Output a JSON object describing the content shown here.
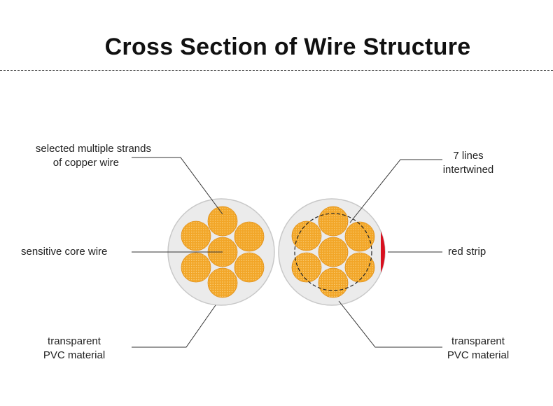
{
  "title": "Cross Section of Wire Structure",
  "labels": {
    "copper_strands_line1": "selected multiple strands",
    "copper_strands_line2": "of copper wire",
    "core_wire": "sensitive core wire",
    "pvc_left_line1": "transparent",
    "pvc_left_line2": "PVC material",
    "seven_lines_line1": "7 lines",
    "seven_lines_line2": "intertwined",
    "red_strip": "red strip",
    "pvc_right_line1": "transparent",
    "pvc_right_line2": "PVC material"
  },
  "colors": {
    "strand_fill": "#f2a628",
    "strand_edge": "#e0901a",
    "insulation": "#ebebeb",
    "insulation_edge": "#c8c8c8",
    "red_strip": "#d8101f",
    "leader_line": "#333333"
  }
}
